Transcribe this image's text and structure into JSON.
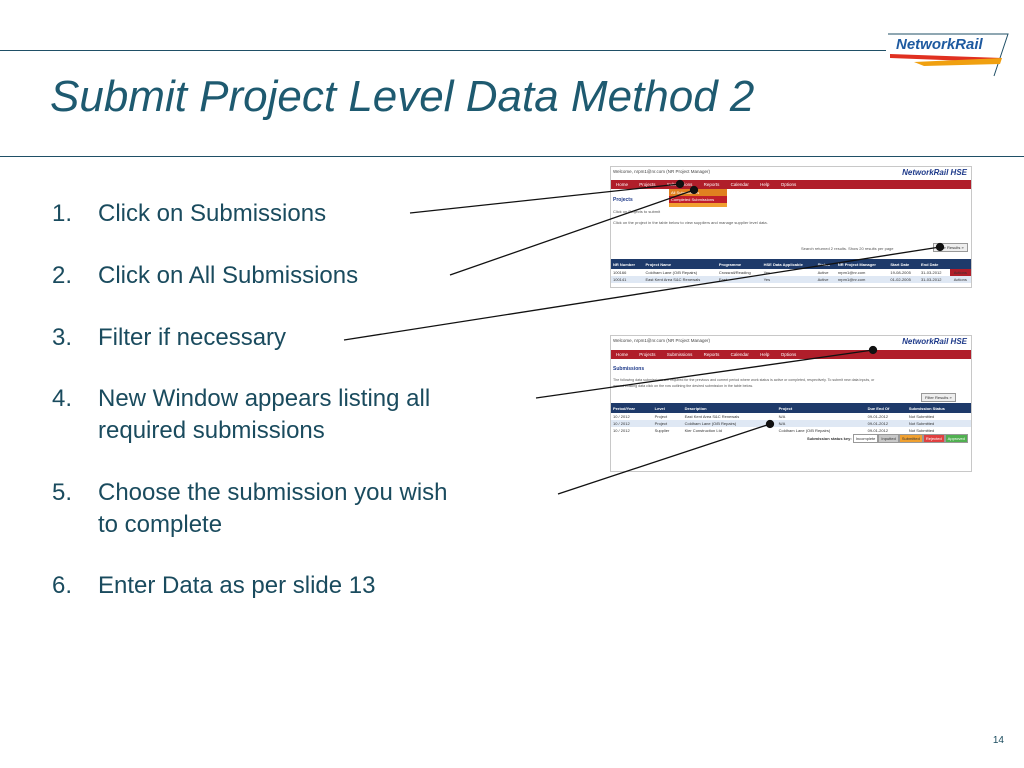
{
  "slide": {
    "title": "Submit Project Level Data Method 2",
    "page_number": "14",
    "logo_text": "NetworkRail",
    "steps": [
      {
        "num": "1.",
        "lines": [
          "Click on Submissions"
        ]
      },
      {
        "num": "2.",
        "lines": [
          "Click on All Submissions"
        ]
      },
      {
        "num": "3.",
        "lines": [
          "Filter if necessary"
        ]
      },
      {
        "num": "4.",
        "lines": [
          "New Window appears listing all",
          "required submissions"
        ]
      },
      {
        "num": "5.",
        "lines": [
          "Choose the submission you wish",
          "to complete"
        ]
      },
      {
        "num": "6.",
        "lines": [
          "Enter Data as per slide 13"
        ]
      }
    ]
  },
  "shot1": {
    "welcome": "Welcome, nrpm1@nr.com (NR Project Manager)",
    "brand": "NetworkRail HSE",
    "nav": [
      "Home",
      "Projects",
      "Submissions",
      "Reports",
      "Calendar",
      "Help",
      "Options"
    ],
    "dropdown": [
      "All Submissions",
      "Completed Submissions"
    ],
    "heading": "Projects",
    "text1": "Click on Projects to submit",
    "text2": "Click on the project in the table below to view suppliers and manage supplier level data.",
    "search_text": "Search returned 2 results. Show 20 results per page",
    "filter_button": "Filter Results »",
    "columns": [
      "NR Number",
      "Project Name",
      "Programme",
      "HSE Data Applicable",
      "Status",
      "NR Project Manager",
      "Start Date",
      "End Date",
      ""
    ],
    "rows": [
      [
        "100166",
        "Coldham Lane (O/B Repairs)",
        "Crossrail/Reading",
        "Yes",
        "Active",
        "nrpm1@nr.com",
        "19-08-2005",
        "31-03-2012",
        "Actions"
      ],
      [
        "100141",
        "East Kent Area S&C Renewals",
        "East",
        "Yes",
        "Active",
        "nrpm1@nr.com",
        "01-02-2005",
        "31-03-2012",
        "Actions"
      ]
    ]
  },
  "shot2": {
    "welcome": "Welcome, nrpm1@nr.com (NR Project Manager)",
    "brand": "NetworkRail HSE",
    "nav": [
      "Home",
      "Projects",
      "Submissions",
      "Reports",
      "Calendar",
      "Help",
      "Options"
    ],
    "heading": "Submissions",
    "text1": "The following data submissions are required for the previous and current period where work status is active or completed, respectively. To submit new data inputs, or",
    "text2": "amend existing data click on the row outlining the desired submission in the table below.",
    "filter_button": "Filter Results »",
    "columns": [
      "Period/Year",
      "Level",
      "Description",
      "Project",
      "Due End Of",
      "Submission Status"
    ],
    "rows": [
      [
        "10 / 2012",
        "Project",
        "East Kent Area S&C Renewals",
        "N/A",
        "09-01-2012",
        "Not Submitted"
      ],
      [
        "10 / 2012",
        "Project",
        "Coldham Lane (O/B Repairs)",
        "N/A",
        "09-01-2012",
        "Not Submitted"
      ],
      [
        "10 / 2012",
        "Supplier",
        "Kier Construction Ltd",
        "Coldham Lane (O/B Repairs)",
        "09-01-2012",
        "Not Submitted"
      ]
    ],
    "status_key_label": "Submission status key:",
    "status_key": [
      "Incomplete",
      "Inputted",
      "Submitted",
      "Rejected",
      "Approved"
    ],
    "status_colors": [
      "#ffffff",
      "#c8c8c8",
      "#f0a030",
      "#e04040",
      "#50b050"
    ]
  }
}
